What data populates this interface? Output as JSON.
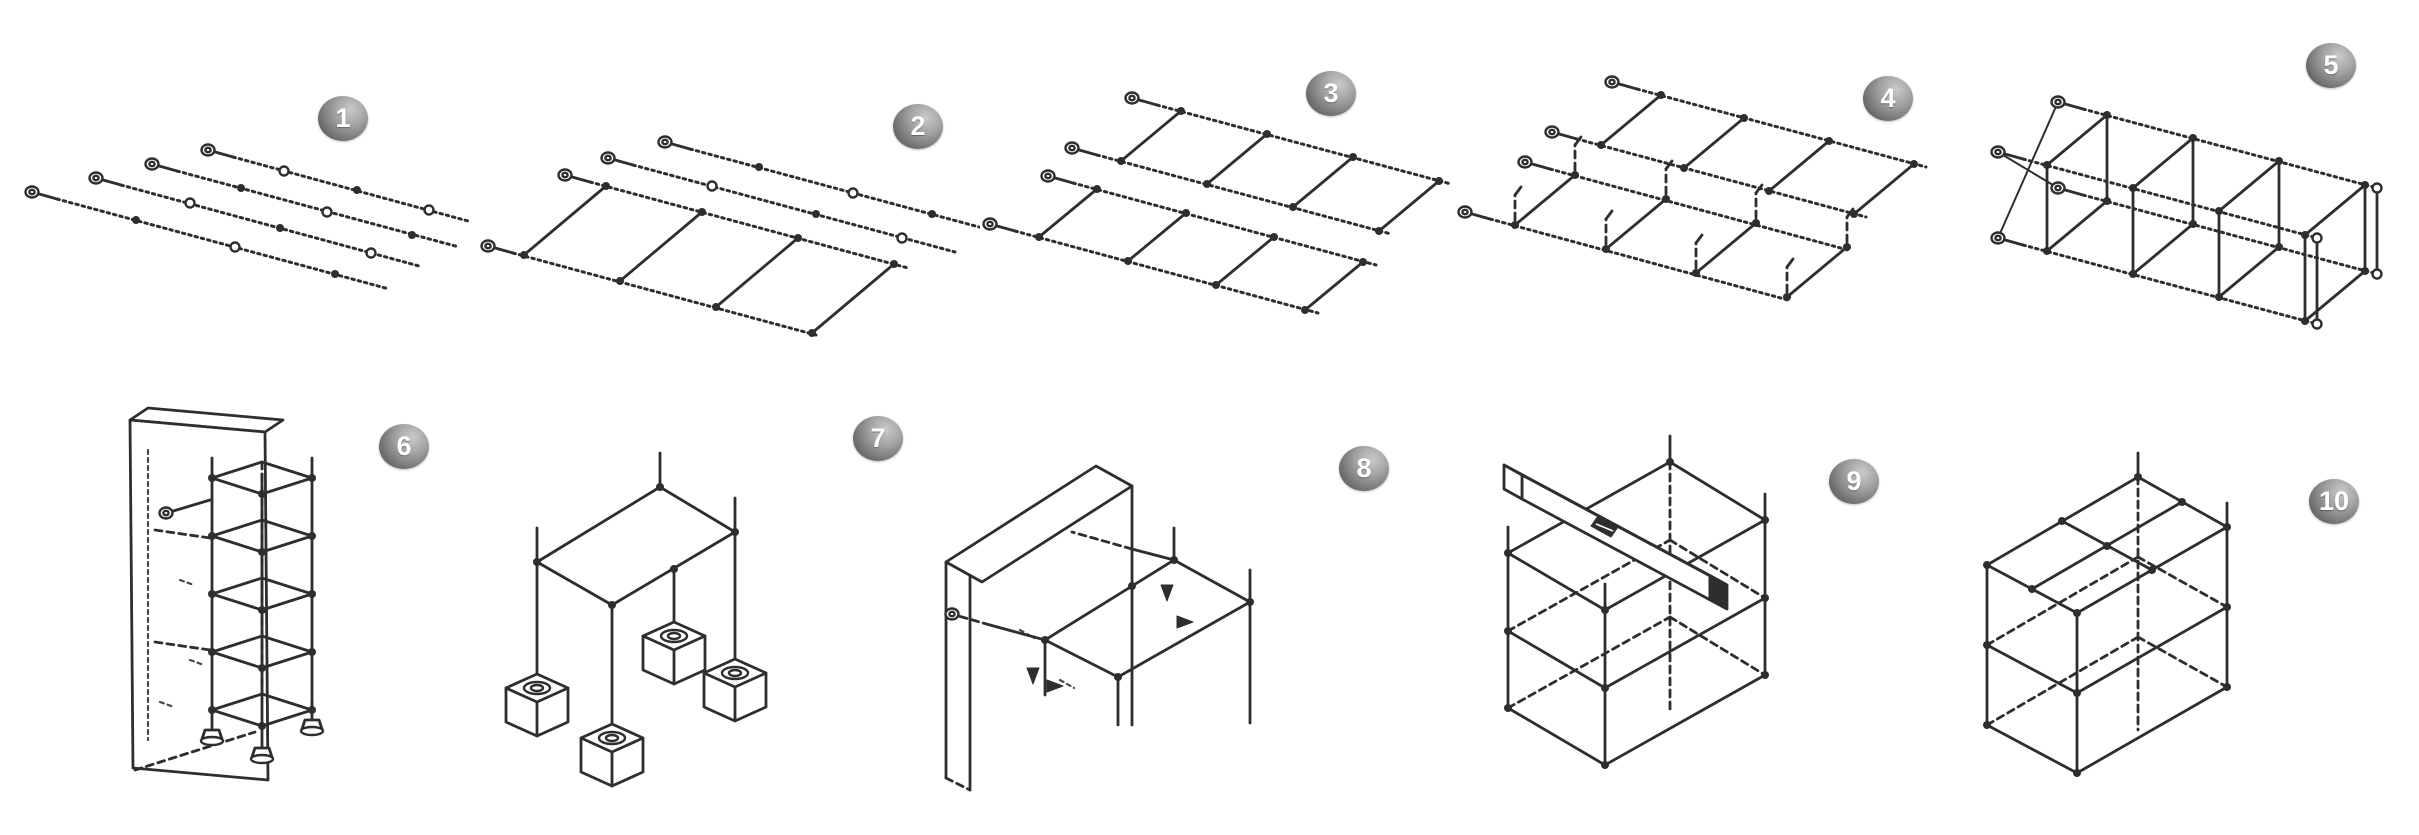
{
  "figure": {
    "background": "#ffffff",
    "line_color": "#2e2e2e",
    "step_count": 10
  },
  "badge_style": {
    "dark": "#4e4e4e",
    "light": "#cacaca",
    "text_color": "#ffffff"
  },
  "steps": [
    {
      "number": "1",
      "illustration": "loose-tube-rails"
    },
    {
      "number": "2",
      "illustration": "partially-assembled-grid"
    },
    {
      "number": "3",
      "illustration": "two-ladder-grids"
    },
    {
      "number": "4",
      "illustration": "grids-with-stud-pins"
    },
    {
      "number": "5",
      "illustration": "lattice-girder-frame"
    },
    {
      "number": "6",
      "illustration": "tower-frame-beside-wall"
    },
    {
      "number": "7",
      "illustration": "frame-on-footing-blocks"
    },
    {
      "number": "8",
      "illustration": "frame-anchored-to-wall"
    },
    {
      "number": "9",
      "illustration": "cube-frame-with-beam"
    },
    {
      "number": "10",
      "illustration": "completed-cube-frame"
    }
  ]
}
